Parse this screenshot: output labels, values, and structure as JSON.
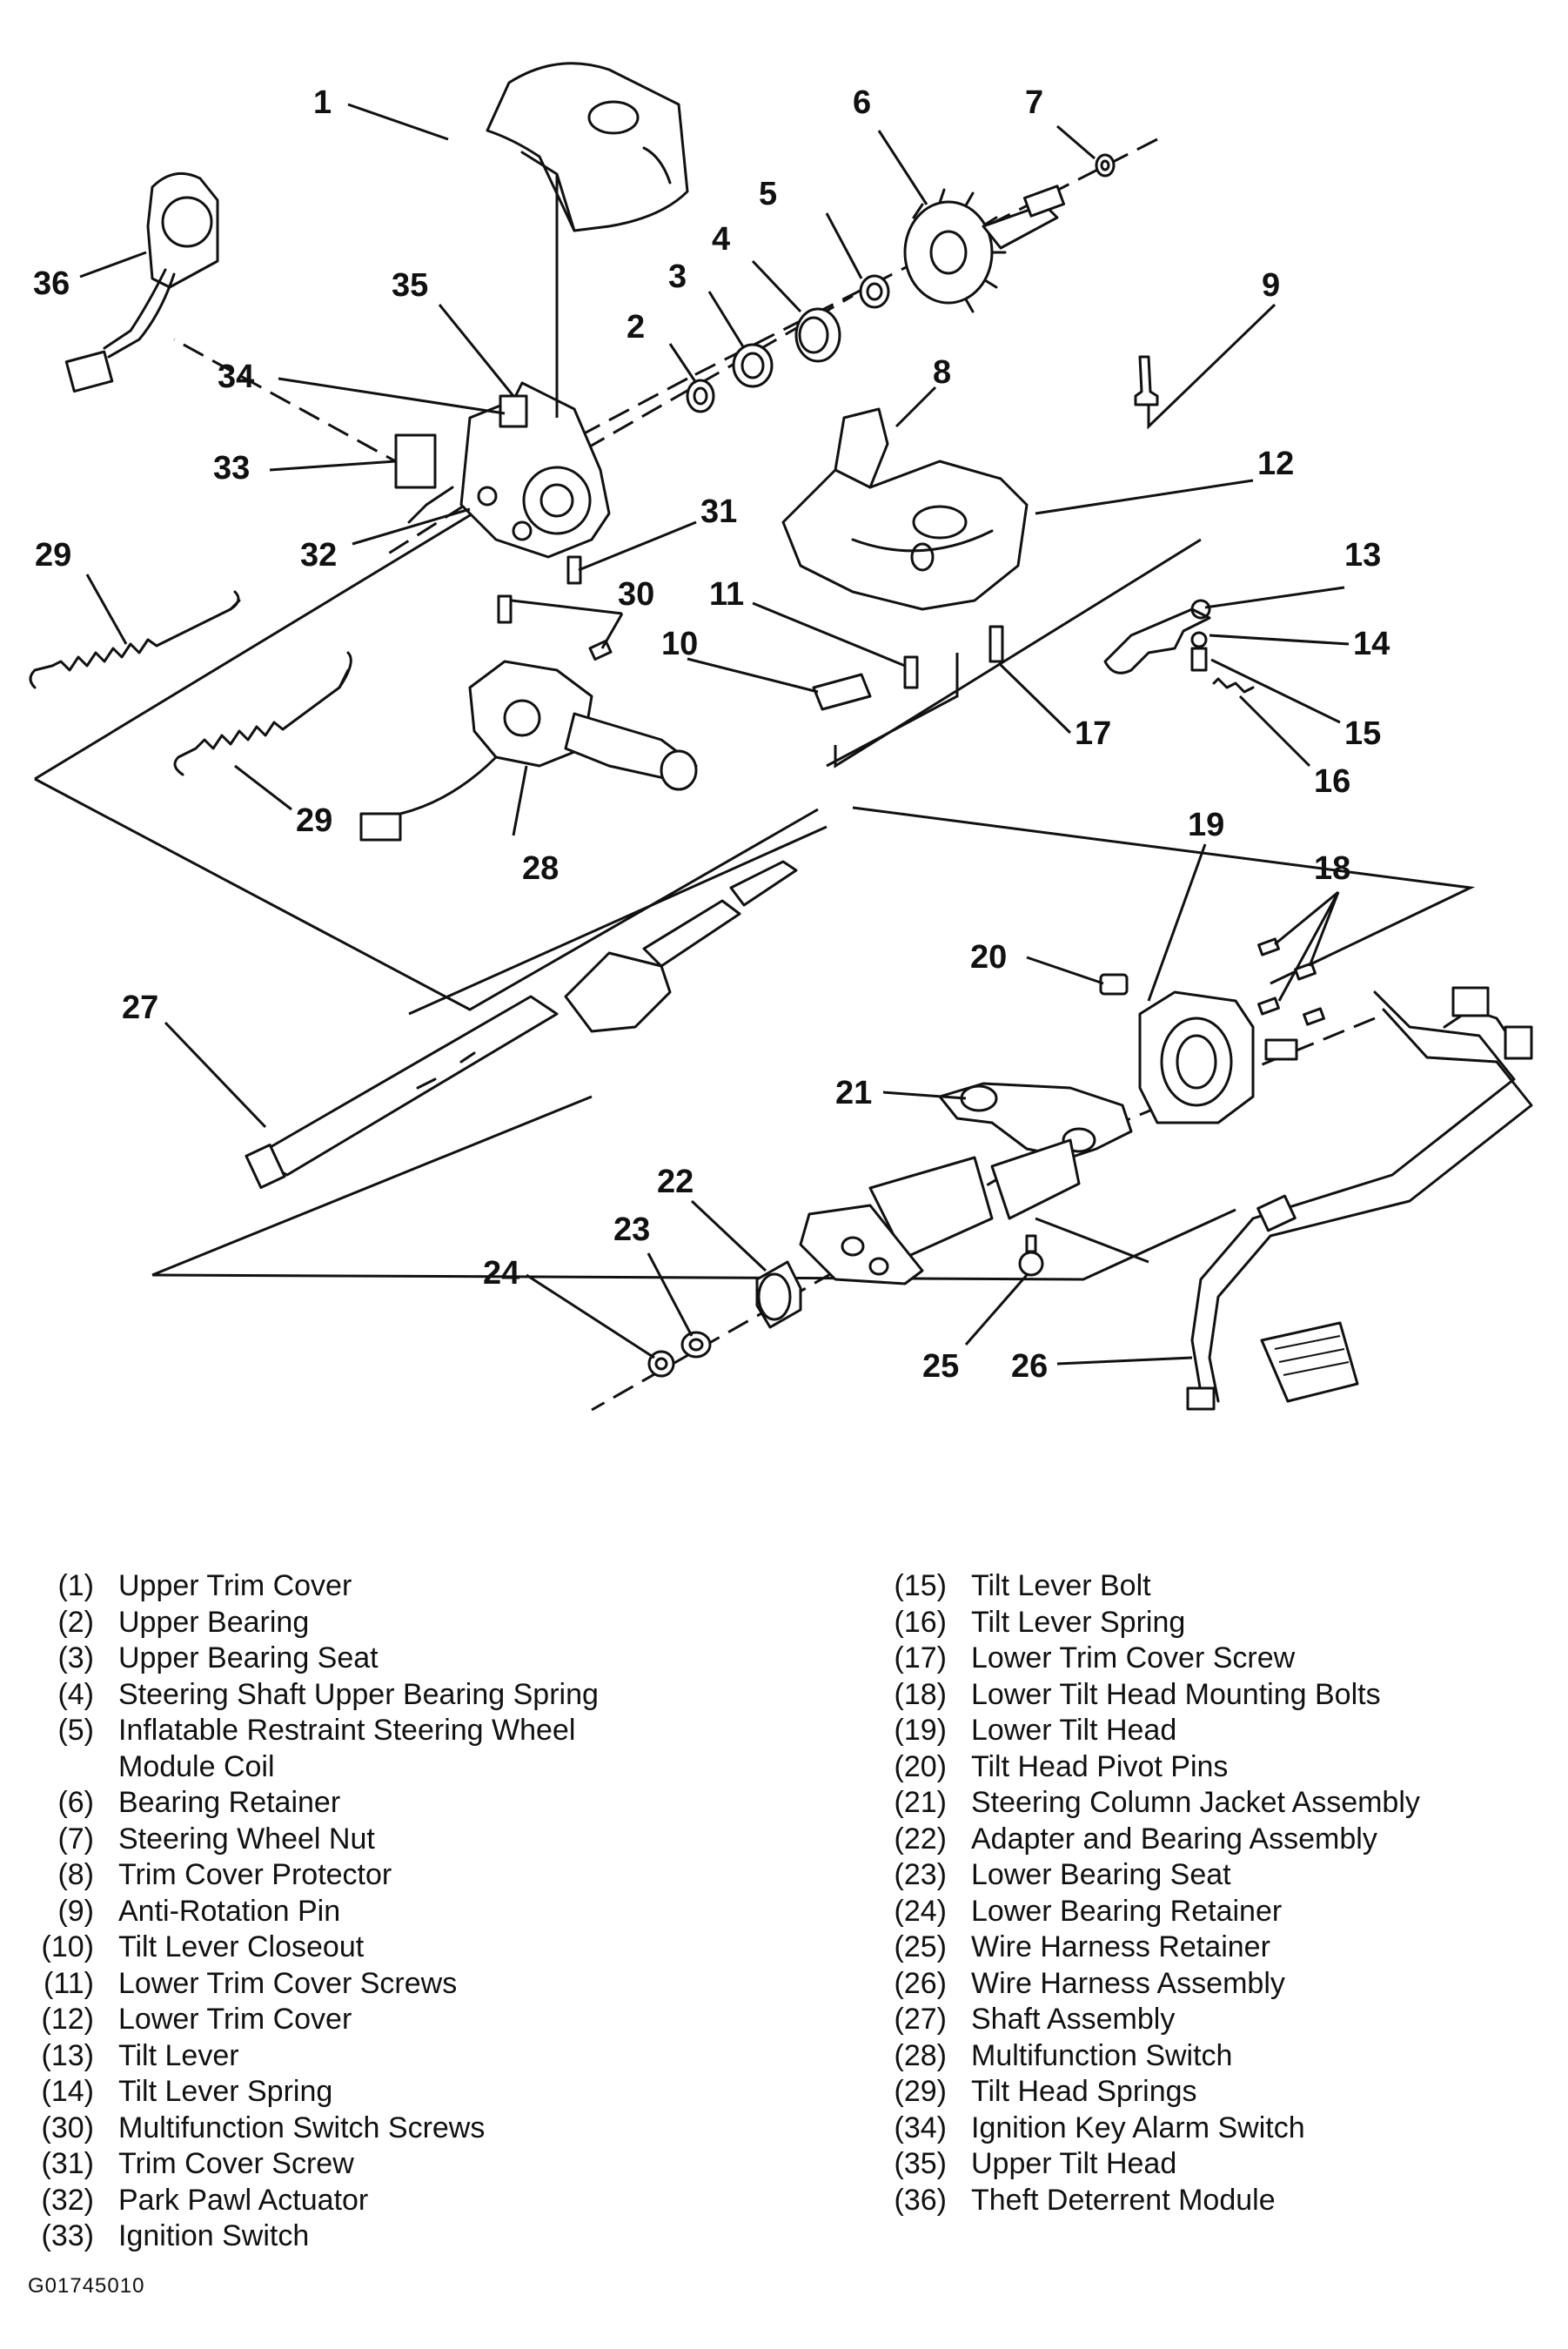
{
  "callouts": [
    "1",
    "2",
    "3",
    "4",
    "5",
    "6",
    "7",
    "8",
    "9",
    "10",
    "11",
    "12",
    "13",
    "14",
    "15",
    "16",
    "17",
    "18",
    "19",
    "20",
    "21",
    "22",
    "23",
    "24",
    "25",
    "26",
    "27",
    "28",
    "29",
    "29",
    "30",
    "31",
    "32",
    "33",
    "34",
    "35",
    "36"
  ],
  "legend": {
    "left": [
      {
        "num": "(1)",
        "text": "Upper Trim Cover"
      },
      {
        "num": "(2)",
        "text": "Upper Bearing"
      },
      {
        "num": "(3)",
        "text": "Upper Bearing Seat"
      },
      {
        "num": "(4)",
        "text": "Steering Shaft Upper Bearing Spring"
      },
      {
        "num": "(5)",
        "text": "Inflatable Restraint Steering Wheel\nModule Coil"
      },
      {
        "num": "(6)",
        "text": "Bearing Retainer"
      },
      {
        "num": "(7)",
        "text": "Steering Wheel Nut"
      },
      {
        "num": "(8)",
        "text": "Trim Cover Protector"
      },
      {
        "num": "(9)",
        "text": "Anti-Rotation Pin"
      },
      {
        "num": "(10)",
        "text": "Tilt Lever Closeout"
      },
      {
        "num": "(11)",
        "text": "Lower Trim Cover Screws"
      },
      {
        "num": "(12)",
        "text": "Lower Trim Cover"
      },
      {
        "num": "(13)",
        "text": "Tilt Lever"
      },
      {
        "num": "(14)",
        "text": "Tilt Lever Spring"
      },
      {
        "num": "(30)",
        "text": "Multifunction Switch Screws"
      },
      {
        "num": "(31)",
        "text": "Trim Cover Screw"
      },
      {
        "num": "(32)",
        "text": "Park Pawl Actuator"
      },
      {
        "num": "(33)",
        "text": "Ignition Switch"
      }
    ],
    "right": [
      {
        "num": "(15)",
        "text": "Tilt Lever Bolt"
      },
      {
        "num": "(16)",
        "text": "Tilt Lever Spring"
      },
      {
        "num": "(17)",
        "text": "Lower Trim Cover Screw"
      },
      {
        "num": "(18)",
        "text": "Lower Tilt Head Mounting Bolts"
      },
      {
        "num": "(19)",
        "text": "Lower Tilt Head"
      },
      {
        "num": "(20)",
        "text": "Tilt Head Pivot Pins"
      },
      {
        "num": "(21)",
        "text": "Steering Column Jacket Assembly"
      },
      {
        "num": "(22)",
        "text": "Adapter and Bearing Assembly"
      },
      {
        "num": "(23)",
        "text": "Lower Bearing Seat"
      },
      {
        "num": "(24)",
        "text": "Lower Bearing Retainer"
      },
      {
        "num": "(25)",
        "text": "Wire Harness Retainer"
      },
      {
        "num": "(26)",
        "text": "Wire Harness Assembly"
      },
      {
        "num": "(27)",
        "text": "Shaft Assembly"
      },
      {
        "num": "(28)",
        "text": "Multifunction Switch"
      },
      {
        "num": "(29)",
        "text": "Tilt Head Springs"
      },
      {
        "num": "(34)",
        "text": "Ignition Key Alarm Switch"
      },
      {
        "num": "(35)",
        "text": "Upper Tilt Head"
      },
      {
        "num": "(36)",
        "text": "Theft Deterrent Module"
      }
    ]
  },
  "figure_code": "G01745010"
}
